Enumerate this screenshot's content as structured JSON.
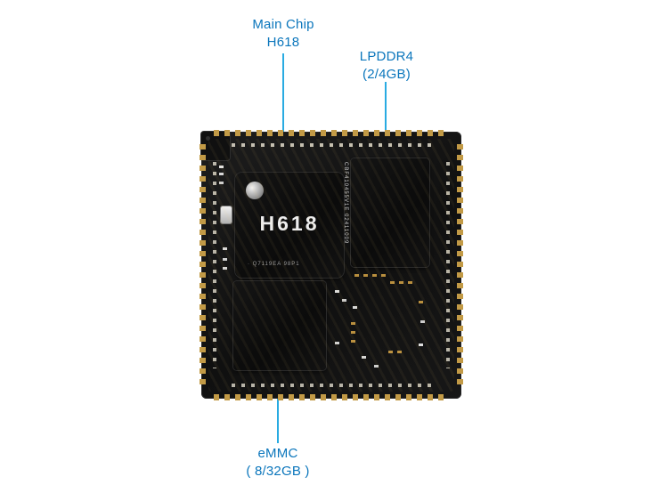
{
  "diagram": {
    "annotations": {
      "main_chip": {
        "line1": "Main Chip",
        "line2": "H618"
      },
      "memory": {
        "line1": "LPDDR4",
        "line2": "(2/4GB)"
      },
      "storage": {
        "line1": "eMMC",
        "line2": "( 8/32GB )"
      }
    },
    "board": {
      "h618_marking": "H618",
      "h618_submarking": "· Q7119EA  98P1",
      "logo_icon": "allwinner-logo",
      "serial_vertical": "CBF410455V1E 02411009"
    },
    "colors": {
      "label_text": "#0b76bc",
      "leader_line": "#29abe2",
      "pcb_black": "#141414",
      "pad_gold": "#c29a46"
    }
  }
}
